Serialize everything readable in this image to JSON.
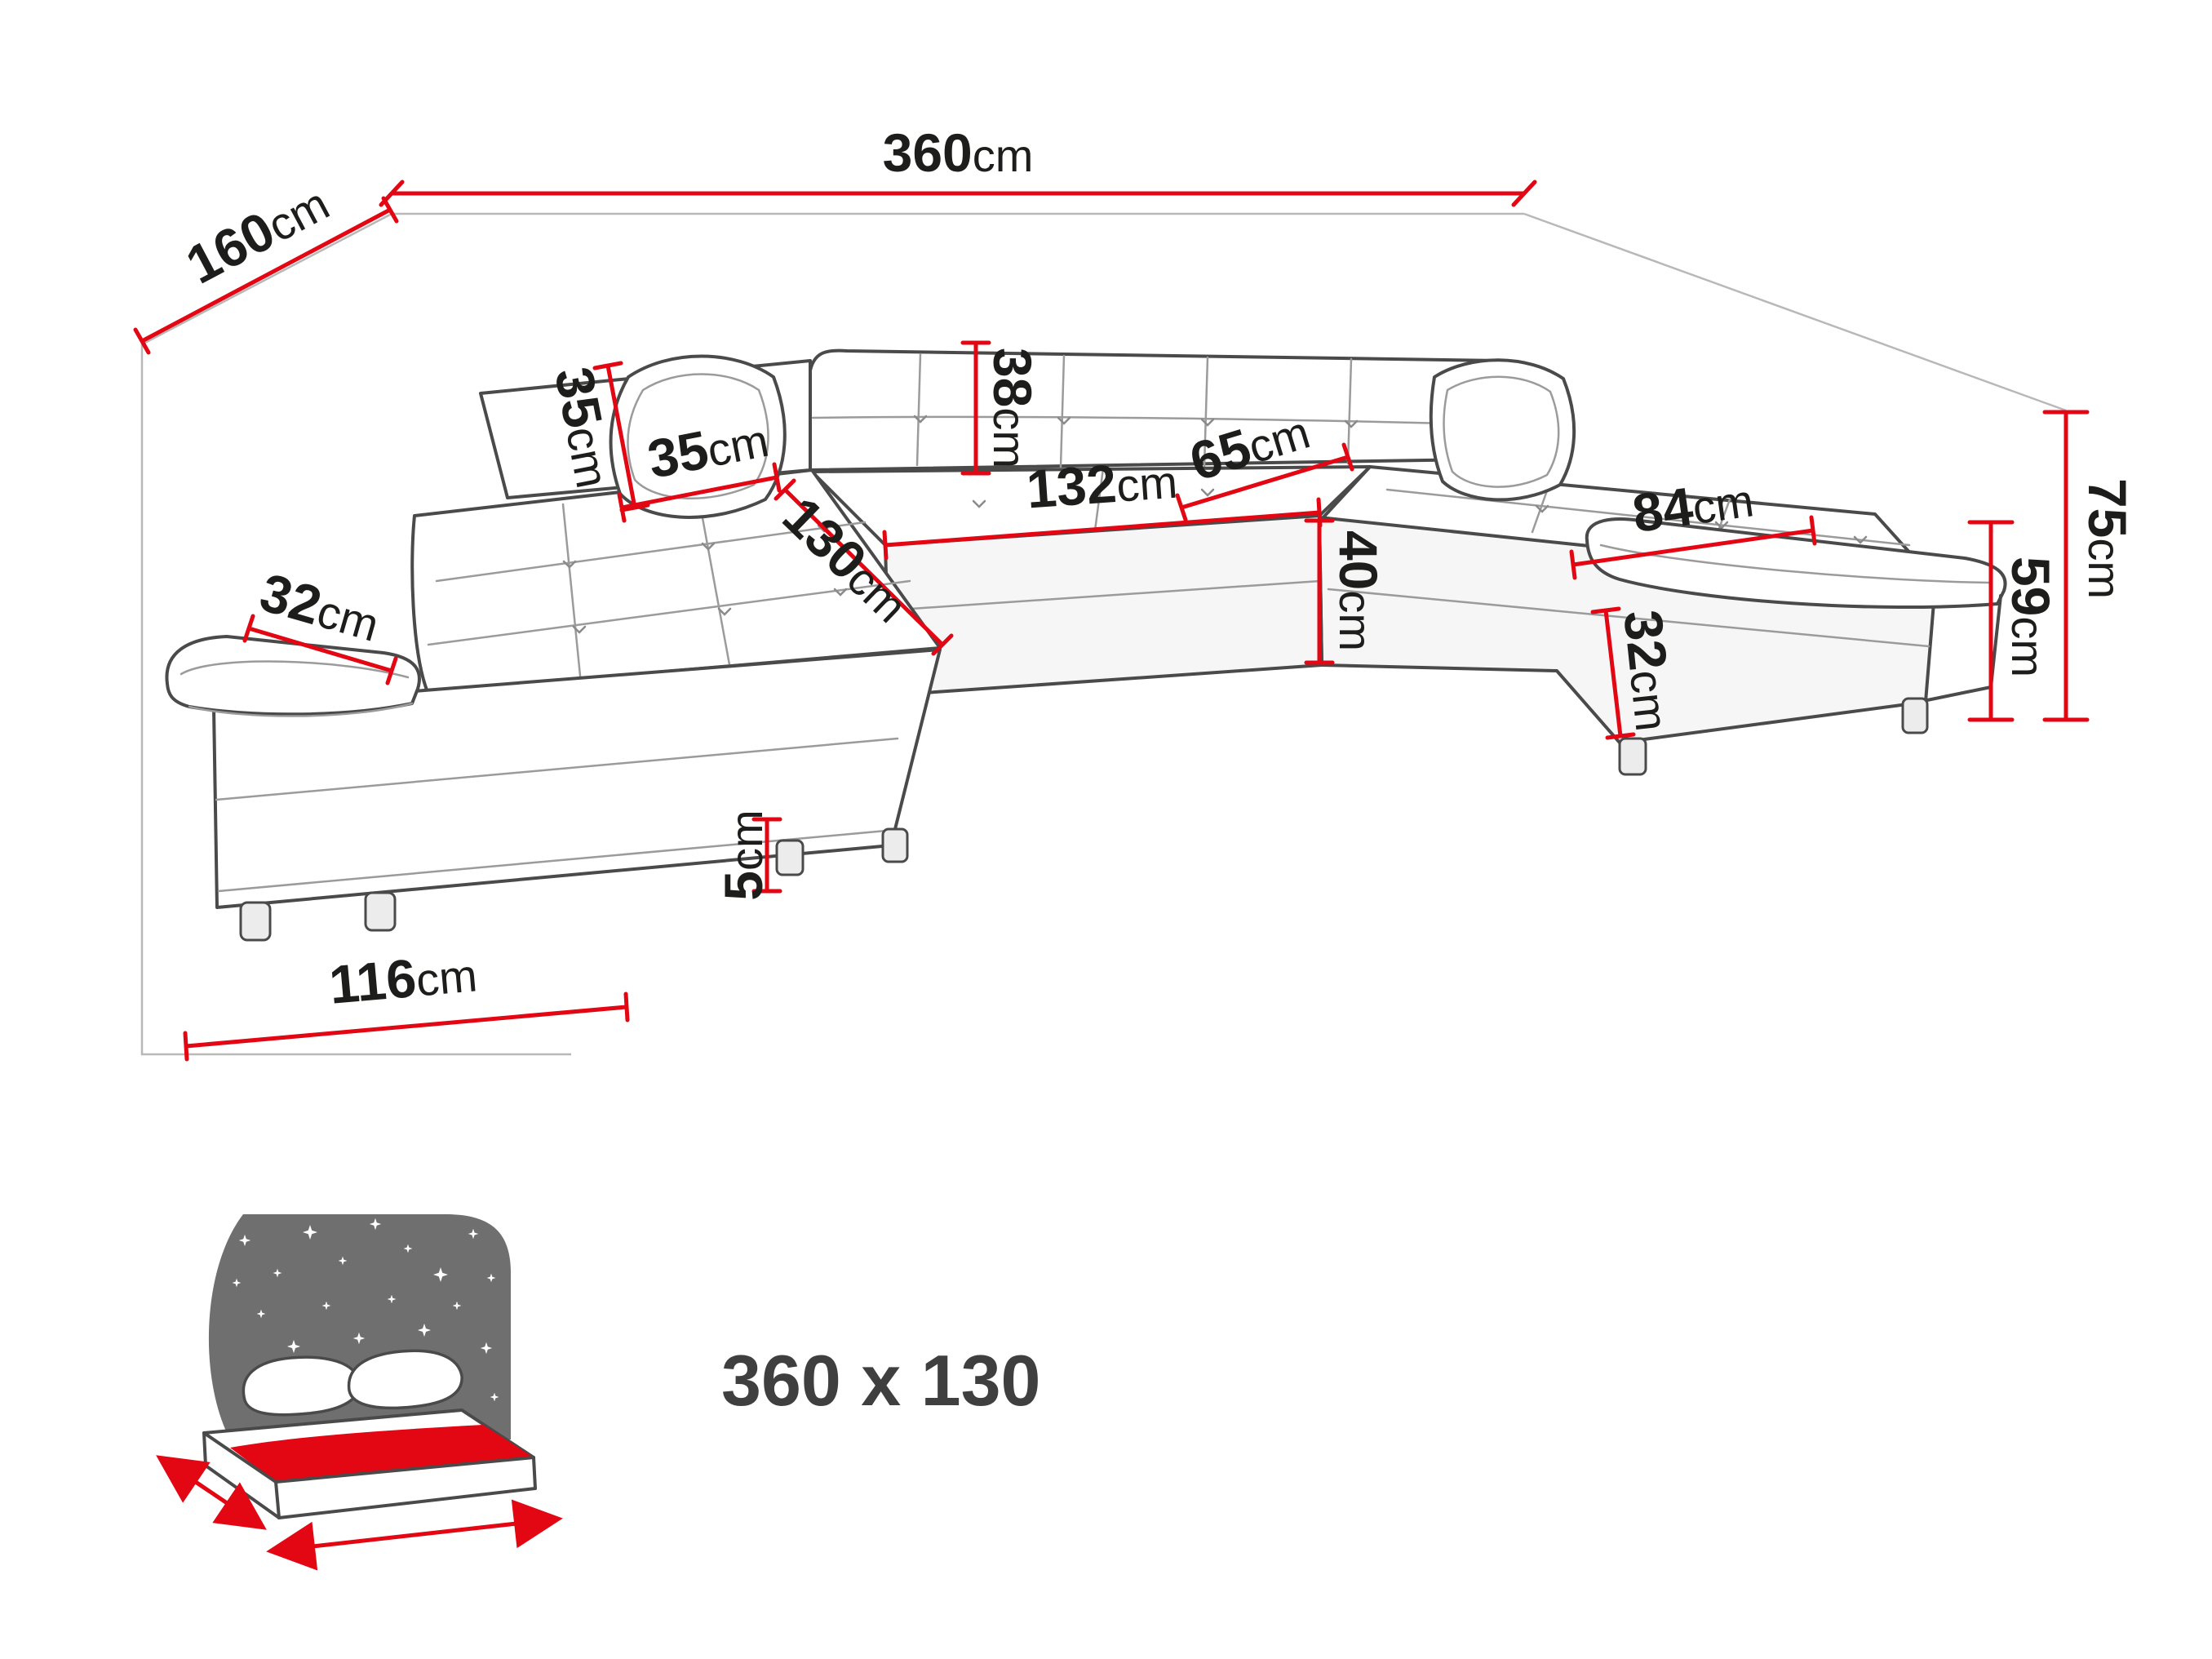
{
  "diagram": {
    "title": "corner-sofa-dimension-diagram",
    "unit": "cm",
    "dimensions": {
      "total_width": {
        "v": "360",
        "u": "cm"
      },
      "total_depth": {
        "v": "160",
        "u": "cm"
      },
      "pillow_height": {
        "v": "35",
        "u": "cm"
      },
      "pillow_width": {
        "v": "35",
        "u": "cm"
      },
      "backrest_cushion_height": {
        "v": "38",
        "u": "cm"
      },
      "seat_depth": {
        "v": "65",
        "u": "cm"
      },
      "center_seat_width": {
        "v": "132",
        "u": "cm"
      },
      "left_chaise_length": {
        "v": "130",
        "u": "cm"
      },
      "right_seat_width": {
        "v": "84",
        "u": "cm"
      },
      "left_armrest_width": {
        "v": "32",
        "u": "cm"
      },
      "seat_height": {
        "v": "40",
        "u": "cm"
      },
      "right_base_height": {
        "v": "32",
        "u": "cm"
      },
      "total_height": {
        "v": "75",
        "u": "cm"
      },
      "armrest_height": {
        "v": "59",
        "u": "cm"
      },
      "leg_height": {
        "v": "5",
        "u": "cm"
      },
      "left_chaise_width": {
        "v": "116",
        "u": "cm"
      }
    },
    "sleeping_area": {
      "label": "360 x 130"
    },
    "icons": {
      "bed_icon": "sleeping-area-bed-icon"
    },
    "colors": {
      "dimension_line": "#e30613",
      "outline": "#4a4a4a",
      "label_text": "#1d1d1b",
      "headboard": "#6f6f6f",
      "mattress": "#e30613",
      "background": "#ffffff"
    }
  }
}
